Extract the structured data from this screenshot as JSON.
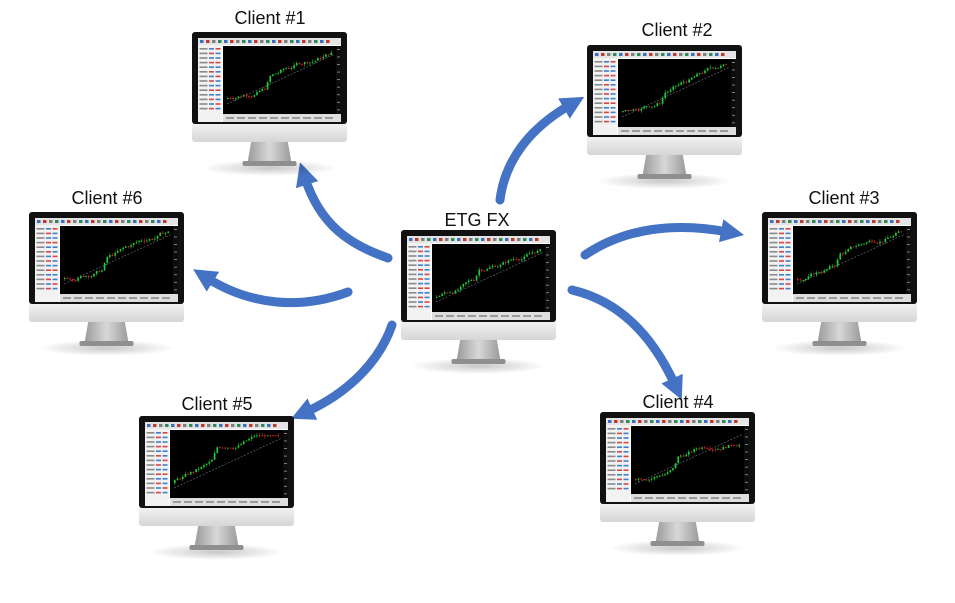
{
  "diagram": {
    "hub": {
      "label": "ETG FX"
    },
    "clients": [
      {
        "label": "Client #1"
      },
      {
        "label": "Client #2"
      },
      {
        "label": "Client #3"
      },
      {
        "label": "Client #4"
      },
      {
        "label": "Client #5"
      },
      {
        "label": "Client #6"
      }
    ]
  },
  "colors": {
    "arrow": "#4472C4",
    "bezel": "#111111",
    "chin": "#e9e9e9",
    "stand": "#bfbfbf",
    "screen_bg": "#000000",
    "candle_up": "#22c83a",
    "candle_down": "#e8262a",
    "panel": "#f2f2f2"
  },
  "icons": {
    "monitor": "desktop-monitor-icon",
    "arrow": "curved-arrow-icon"
  }
}
